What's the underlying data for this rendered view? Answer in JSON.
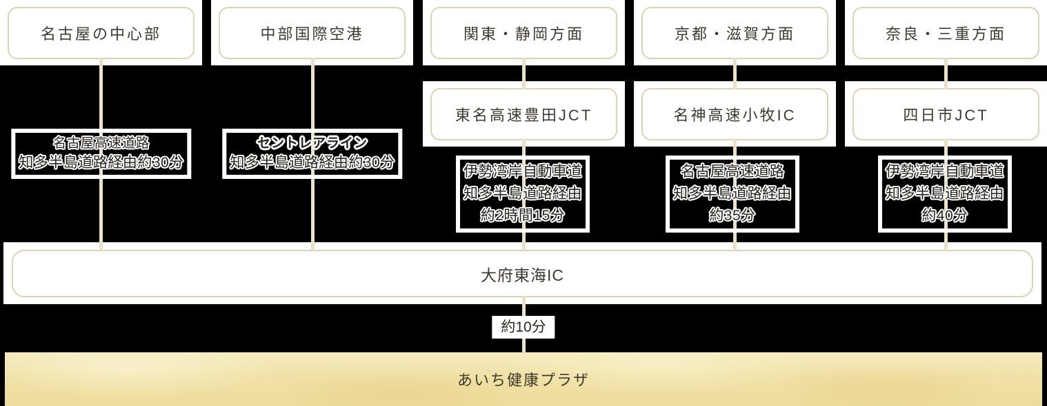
{
  "colors": {
    "background": "#000000",
    "box_border": "#ddd2b4",
    "connector_line": "#eae1cb",
    "box_text": "#3d3a32",
    "route_text": "#25231c",
    "banner_base": "#f1e2a6",
    "banner_text": "#3e3a2c"
  },
  "columns": [
    {
      "origin": "名古屋の中心部",
      "route": [
        "名古屋高速道路",
        "知多半島道路経由約30分"
      ]
    },
    {
      "origin": "中部国際空港",
      "route": [
        "セントレアライン",
        "知多半島道路経由約30分"
      ]
    },
    {
      "origin": "関東・静岡方面",
      "junction": "東名高速豊田JCT",
      "route": [
        "伊勢湾岸自動車道",
        "知多半島道路経由",
        "約2時間15分"
      ]
    },
    {
      "origin": "京都・滋賀方面",
      "junction": "名神高速小牧IC",
      "route": [
        "名古屋高速道路",
        "知多半島道路経由",
        "約35分"
      ]
    },
    {
      "origin": "奈良・三重方面",
      "junction": "四日市JCT",
      "route": [
        "伊勢湾岸自動車道",
        "知多半島道路経由",
        "約40分"
      ]
    }
  ],
  "interchange": {
    "label": "大府東海IC"
  },
  "final_leg": {
    "duration": "約10分"
  },
  "destination": {
    "label": "あいち健康プラザ"
  }
}
